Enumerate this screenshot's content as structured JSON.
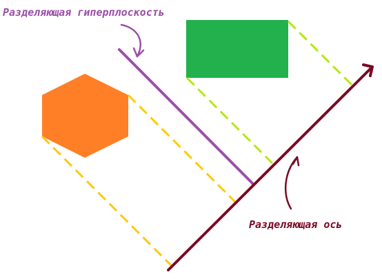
{
  "labels": {
    "hyperplane": "Разделяющая гиперплоскость",
    "axis": "Разделяющая ось"
  },
  "colors": {
    "hyperplane": "#9B4FA8",
    "axis": "#7A0A24",
    "hexagon": "#FF7F27",
    "rectangle": "#22B14C",
    "hexagon_projection": "#FFC90E",
    "rectangle_projection": "#B5E61D"
  },
  "shapes": {
    "hexagon": "orange hexagon",
    "rectangle": "green rectangle"
  }
}
